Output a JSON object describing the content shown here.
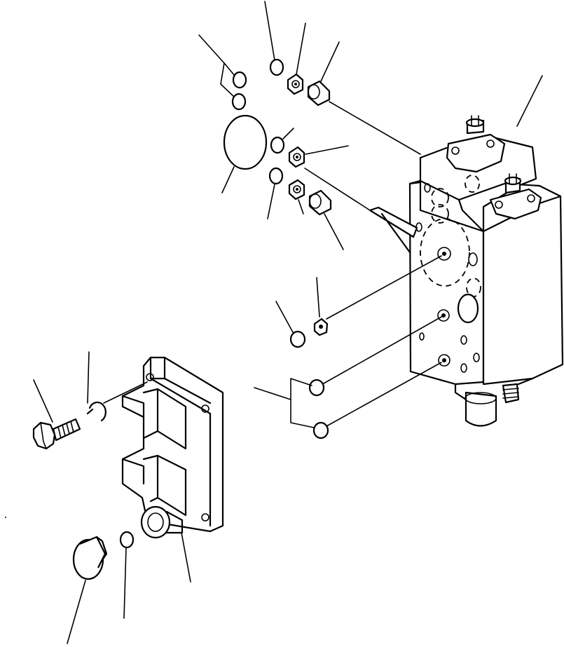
{
  "diagram": {
    "kind": "exploded-parts-view",
    "parts": [
      {
        "name": "valve-body",
        "icon": "control-valve-block-icon"
      },
      {
        "name": "cover-plate",
        "icon": "cover-plate-icon"
      },
      {
        "name": "bolt",
        "icon": "hex-bolt-icon"
      },
      {
        "name": "washer",
        "icon": "spring-washer-icon"
      },
      {
        "name": "plug",
        "icon": "plug-icon"
      },
      {
        "name": "large-o-ring",
        "icon": "o-ring-icon"
      },
      {
        "name": "small-o-rings",
        "icon": "o-ring-icon"
      },
      {
        "name": "orifice-plugs",
        "icon": "orifice-icon"
      },
      {
        "name": "sleeves",
        "icon": "sleeve-icon"
      }
    ],
    "leader_line_count": 19
  }
}
